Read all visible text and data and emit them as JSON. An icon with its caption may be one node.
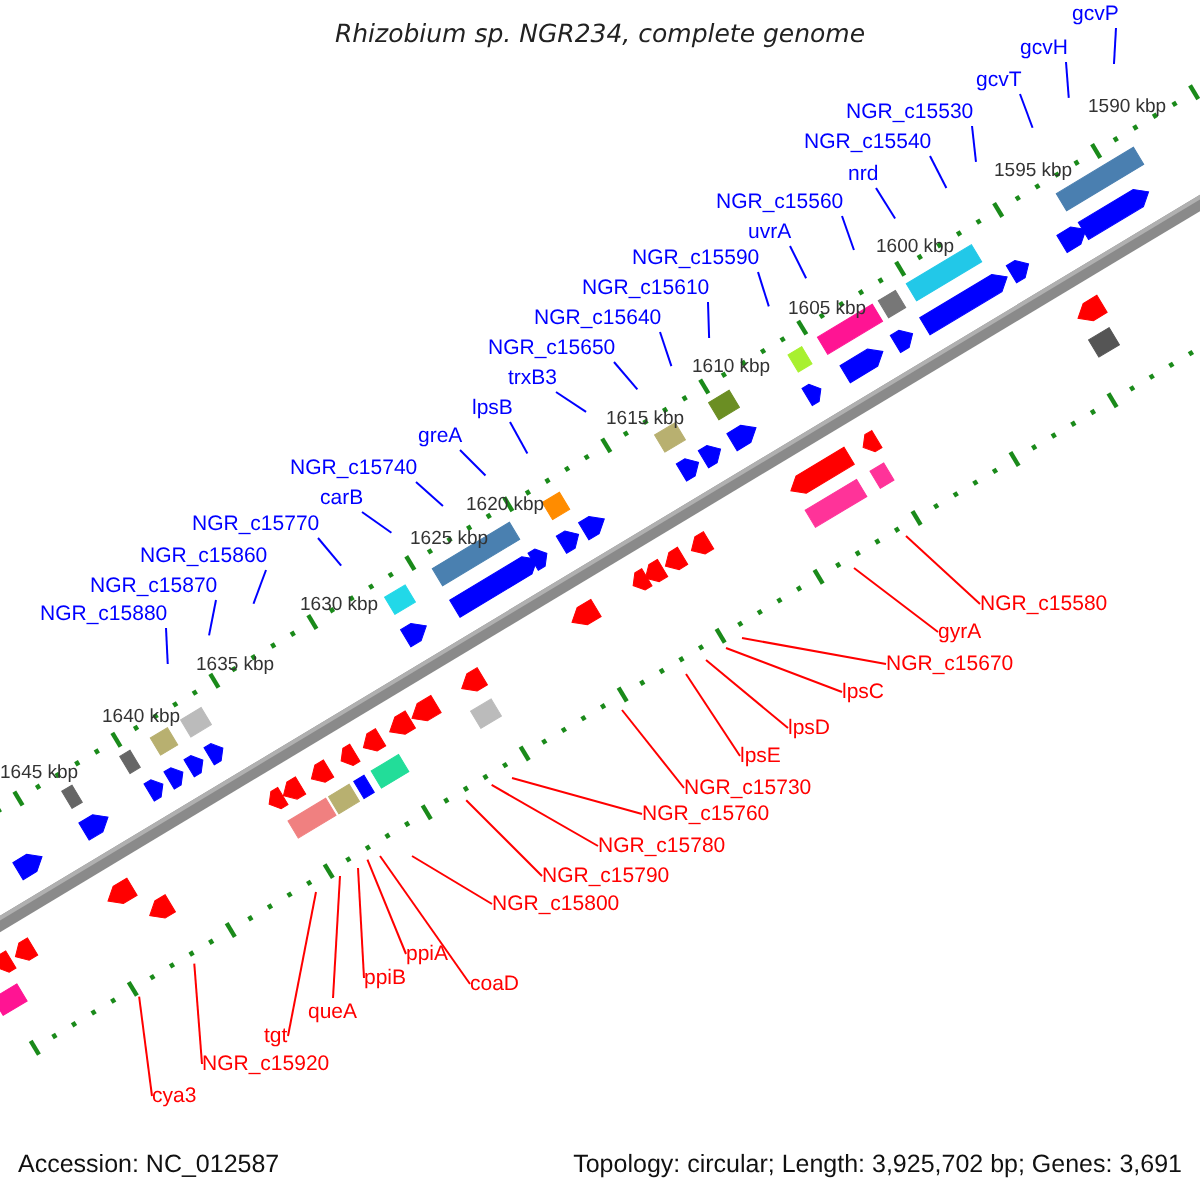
{
  "diagram": {
    "title": "Rhizobium sp. NGR234, complete genome",
    "nodes": [
      {
        "text": [
          "gcvP"
        ]
      },
      {
        "text": [
          "gcvH"
        ]
      },
      {
        "text": [
          "gcvT"
        ]
      },
      {
        "text": [
          "NGR_c15530"
        ]
      },
      {
        "text": [
          "NGR_c15540"
        ]
      },
      {
        "text": [
          "nrd"
        ]
      },
      {
        "text": [
          "NGR_c15560"
        ]
      },
      {
        "text": [
          "uvrA"
        ]
      },
      {
        "text": [
          "NGR_c15590"
        ]
      },
      {
        "text": [
          "NGR_c15610"
        ]
      },
      {
        "text": [
          "NGR_c15640"
        ]
      },
      {
        "text": [
          "NGR_c15650"
        ]
      },
      {
        "text": [
          "trxB3"
        ]
      },
      {
        "text": [
          "lpsB"
        ]
      },
      {
        "text": [
          "greA"
        ]
      },
      {
        "text": [
          "NGR_c15740"
        ]
      },
      {
        "text": [
          "carB"
        ]
      },
      {
        "text": [
          "NGR_c15770"
        ]
      },
      {
        "text": [
          "NGR_c15860"
        ]
      },
      {
        "text": [
          "NGR_c15870"
        ]
      },
      {
        "text": [
          "NGR_c15880"
        ]
      },
      {
        "text": [
          "NGR_c15580"
        ]
      },
      {
        "text": [
          "gyrA"
        ]
      },
      {
        "text": [
          "NGR_c15670"
        ]
      },
      {
        "text": [
          "lpsC"
        ]
      },
      {
        "text": [
          "lpsD"
        ]
      },
      {
        "text": [
          "lpsE"
        ]
      },
      {
        "text": [
          "NGR_c15730"
        ]
      },
      {
        "text": [
          "NGR_c15760"
        ]
      },
      {
        "text": [
          "NGR_c15780"
        ]
      },
      {
        "text": [
          "NGR_c15790"
        ]
      },
      {
        "text": [
          "NGR_c15800"
        ]
      },
      {
        "text": [
          "ppiA"
        ]
      },
      {
        "text": [
          "coaD"
        ]
      },
      {
        "text": [
          "ppiB"
        ]
      },
      {
        "text": [
          "queA"
        ]
      },
      {
        "text": [
          "tgt"
        ]
      },
      {
        "text": [
          "NGR_c15920"
        ]
      },
      {
        "text": [
          "cya3"
        ]
      }
    ],
    "edges": [
      {
        "from": 0,
        "to": null,
        "arrow": "none"
      },
      {
        "from": 1,
        "to": null,
        "arrow": "none"
      },
      {
        "from": 2,
        "to": null,
        "arrow": "none"
      },
      {
        "from": 3,
        "to": null,
        "arrow": "none"
      },
      {
        "from": 4,
        "to": null,
        "arrow": "none"
      },
      {
        "from": 5,
        "to": null,
        "arrow": "none"
      },
      {
        "from": 6,
        "to": null,
        "arrow": "none"
      },
      {
        "from": 7,
        "to": null,
        "arrow": "none"
      },
      {
        "from": 8,
        "to": null,
        "arrow": "none"
      },
      {
        "from": 9,
        "to": null,
        "arrow": "none"
      },
      {
        "from": 10,
        "to": null,
        "arrow": "none"
      },
      {
        "from": 11,
        "to": null,
        "arrow": "none"
      },
      {
        "from": 12,
        "to": null,
        "arrow": "none"
      },
      {
        "from": 13,
        "to": null,
        "arrow": "none"
      },
      {
        "from": 14,
        "to": null,
        "arrow": "none"
      },
      {
        "from": 15,
        "to": null,
        "arrow": "none"
      },
      {
        "from": 16,
        "to": null,
        "arrow": "none"
      },
      {
        "from": 17,
        "to": null,
        "arrow": "none"
      },
      {
        "from": 18,
        "to": null,
        "arrow": "none"
      },
      {
        "from": 19,
        "to": null,
        "arrow": "none"
      },
      {
        "from": 20,
        "to": null,
        "arrow": "none"
      },
      {
        "from": 21,
        "to": null,
        "arrow": "none",
        "color": "#ff0000"
      },
      {
        "from": 22,
        "to": null,
        "arrow": "none",
        "color": "#ff0000"
      },
      {
        "from": 23,
        "to": null,
        "arrow": "none",
        "color": "#ff0000"
      },
      {
        "from": 24,
        "to": null,
        "arrow": "none",
        "color": "#ff0000"
      },
      {
        "from": 25,
        "to": null,
        "arrow": "none",
        "color": "#ff0000"
      },
      {
        "from": 26,
        "to": null,
        "arrow": "none",
        "color": "#ff0000"
      },
      {
        "from": 27,
        "to": null,
        "arrow": "none",
        "color": "#ff0000"
      },
      {
        "from": 28,
        "to": null,
        "arrow": "none",
        "color": "#ff0000"
      },
      {
        "from": 29,
        "to": null,
        "arrow": "none",
        "color": "#ff0000"
      },
      {
        "from": 30,
        "to": null,
        "arrow": "none",
        "color": "#ff0000"
      },
      {
        "from": 31,
        "to": null,
        "arrow": "none",
        "color": "#ff0000"
      },
      {
        "from": 32,
        "to": null,
        "arrow": "none",
        "color": "#ff0000"
      },
      {
        "from": 33,
        "to": null,
        "arrow": "none",
        "color": "#ff0000"
      },
      {
        "from": 34,
        "to": null,
        "arrow": "none",
        "color": "#ff0000"
      },
      {
        "from": 35,
        "to": null,
        "arrow": "none",
        "color": "#ff0000"
      },
      {
        "from": 36,
        "to": null,
        "arrow": "none",
        "color": "#ff0000"
      },
      {
        "from": 37,
        "to": null,
        "arrow": "none",
        "color": "#ff0000"
      },
      {
        "from": 38,
        "to": null,
        "arrow": "none",
        "color": "#ff0000"
      }
    ],
    "labels": [
      "1590 kbp",
      "1595 kbp",
      "1600 kbp",
      "1605 kbp",
      "1610 kbp",
      "1615 kbp",
      "1620 kbp",
      "1625 kbp",
      "1630 kbp",
      "1635 kbp",
      "1640 kbp",
      "1645 kbp",
      "Accession: NC_012587",
      "Topology: circular; Length: 3,925,702 bp; Genes: 3,691"
    ]
  }
}
